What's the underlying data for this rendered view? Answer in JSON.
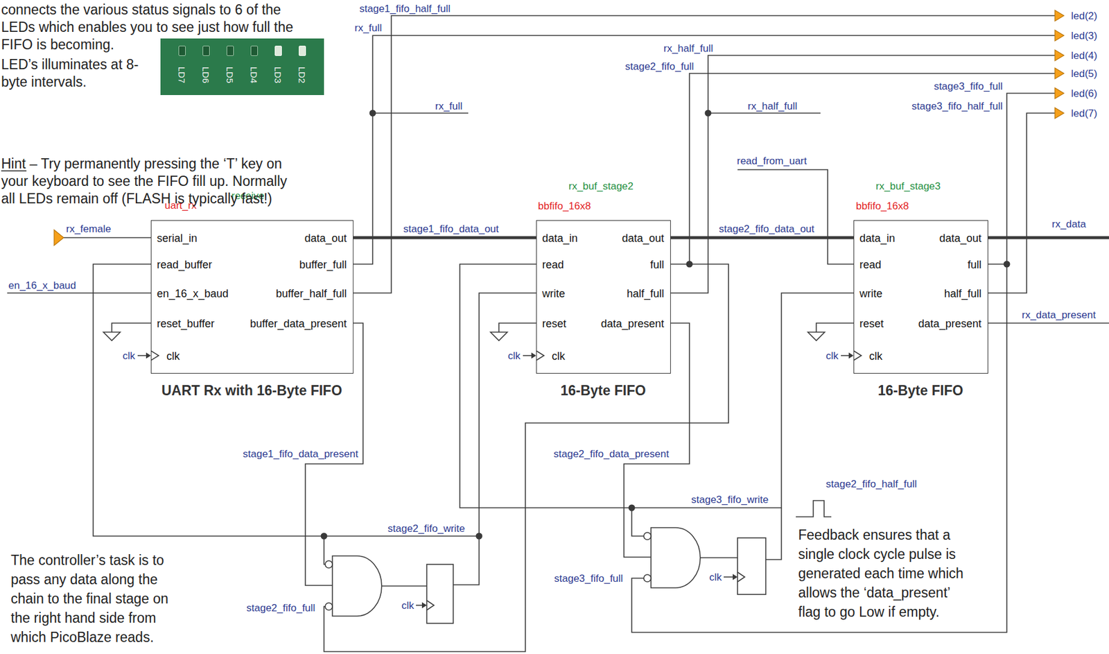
{
  "diagram": {
    "nodes": [
      {
        "text": [
          "LD7",
          "LD6",
          "LD5",
          "LD4",
          "LD3",
          "LD2"
        ]
      },
      {
        "text": [
          "receive",
          "uart_rx",
          "serial_in",
          "data_out",
          "read_buffer",
          "buffer_full",
          "en_16_x_baud",
          "buffer_half_full",
          "reset_buffer",
          "buffer_data_present",
          "clk",
          "UART Rx with 16-Byte FIFO"
        ]
      },
      {
        "text": [
          "rx_buf_stage2",
          "bbfifo_16x8",
          "data_in",
          "data_out",
          "read",
          "full",
          "write",
          "half_full",
          "reset",
          "data_present",
          "clk",
          "16-Byte FIFO"
        ]
      },
      {
        "text": [
          "rx_buf_stage3",
          "bbfifo_16x8",
          "data_in",
          "data_out",
          "read",
          "full",
          "write",
          "half_full",
          "reset",
          "data_present",
          "clk",
          "16-Byte FIFO"
        ]
      }
    ],
    "edges": [
      {
        "from": 1,
        "to": 2,
        "arrow": "none",
        "label": "stage1_fifo_data_out"
      },
      {
        "from": 2,
        "to": 3,
        "arrow": "none",
        "label": "stage2_fifo_data_out"
      },
      {
        "from": 1,
        "to": 2,
        "arrow": "none",
        "label": "stage2_fifo_write"
      },
      {
        "from": 2,
        "to": 3,
        "arrow": "none",
        "label": "stage3_fifo_write"
      }
    ],
    "labels": [
      "stage1_fifo_half_full",
      "rx_full",
      "led(2)",
      "led(3)",
      "rx_half_full",
      "led(4)",
      "stage2_fifo_full",
      "led(5)",
      "stage3_fifo_full",
      "led(6)",
      "stage3_fifo_half_full",
      "led(7)",
      "connects the various status signals to 6 of the LEDs which enables you to see just how full the FIFO is becoming.",
      "LED’s illuminates at 8-byte intervals.",
      "rx_full",
      "rx_half_full",
      "Hint – Try permanently pressing the ‘T’ key on your keyboard to see the FIFO fill up. Normally all LEDs remain off (FLASH is typically fast!)",
      "read_from_uart",
      "rx_data",
      "rx_female",
      "en_16_x_baud",
      "rx_data_present",
      "clk",
      "clk",
      "clk",
      "stage1_fifo_data_present",
      "stage2_fifo_data_present",
      "stage2_fifo_half_full",
      "Feedback ensures that a single clock cycle pulse is generated each time which allows the ‘data_present’ flag to go Low if empty.",
      "stage3_fifo_full",
      "clk",
      "clk",
      "stage2_fifo_full",
      "The controller’s task is to pass any data along the chain to the final stage on the right hand side from which PicoBlaze reads."
    ]
  }
}
